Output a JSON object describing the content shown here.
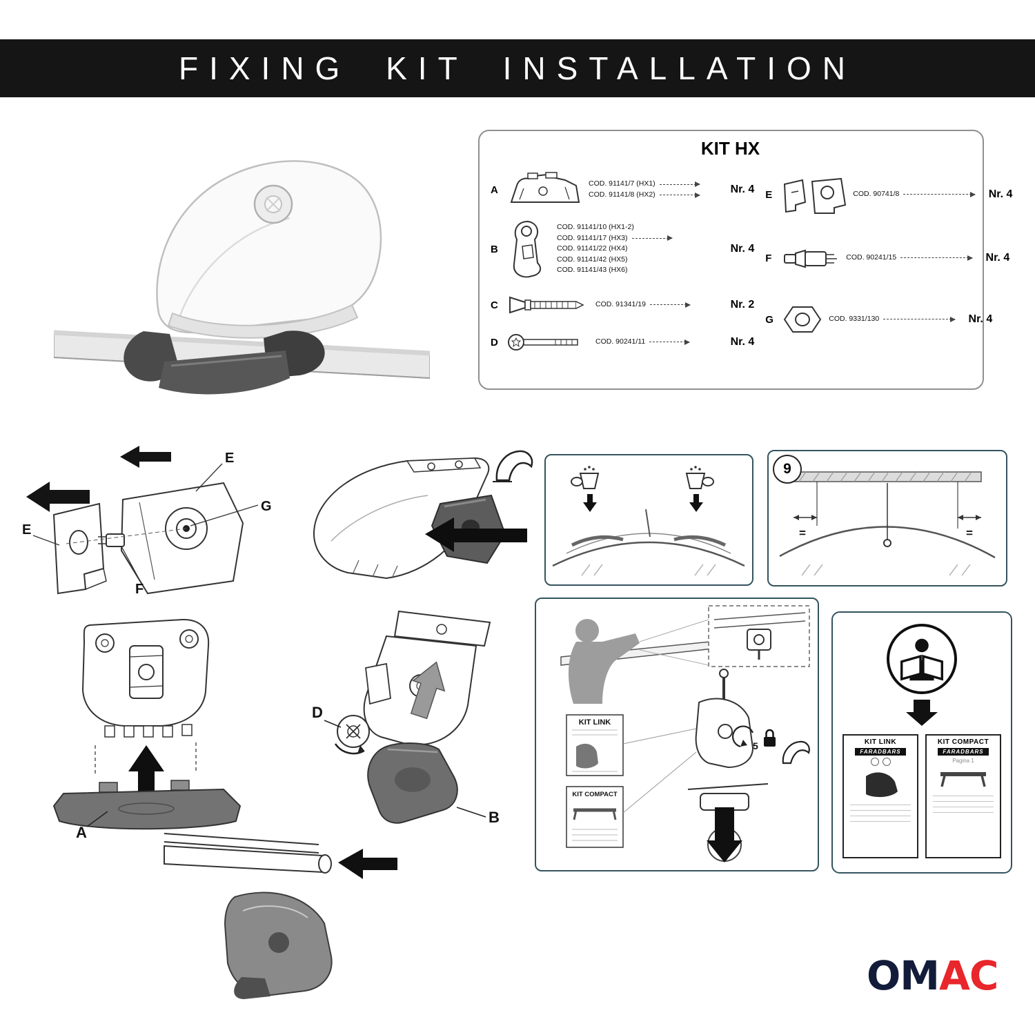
{
  "header": {
    "title": "FIXING KIT INSTALLATION"
  },
  "kit_box": {
    "title": "KIT HX",
    "left_rows": [
      {
        "label": "A",
        "codes": [
          "COD. 91141/7  (HX1)",
          "COD. 91141/8  (HX2)"
        ],
        "qty": "Nr. 4"
      },
      {
        "label": "B",
        "codes": [
          "COD. 91141/10 (HX1-2)",
          "COD. 91141/17 (HX3)",
          "COD. 91141/22 (HX4)",
          "COD. 91141/42 (HX5)",
          "COD. 91141/43 (HX6)"
        ],
        "qty": "Nr. 4"
      },
      {
        "label": "C",
        "codes": [
          "COD. 91341/19"
        ],
        "qty": "Nr. 2"
      },
      {
        "label": "D",
        "codes": [
          "COD. 90241/11"
        ],
        "qty": "Nr. 4"
      }
    ],
    "right_rows": [
      {
        "label": "E",
        "codes": [
          "COD. 90741/8"
        ],
        "qty": "Nr. 4"
      },
      {
        "label": "F",
        "codes": [
          "COD. 90241/15"
        ],
        "qty": "Nr. 4"
      },
      {
        "label": "G",
        "codes": [
          "COD. 9331/130"
        ],
        "qty": "Nr. 4"
      }
    ]
  },
  "exploded": {
    "label_e_top": "E",
    "label_g": "G",
    "label_e_left": "E",
    "label_f": "F"
  },
  "steps": {
    "step9": "9",
    "equal_sign": "="
  },
  "bottom_diagrams": {
    "label_a": "A",
    "label_d": "D",
    "label_b": "B"
  },
  "install_box": {
    "kit_link": "KIT LINK",
    "kit_compact": "KIT COMPACT",
    "torque": "5"
  },
  "manual_box": {
    "cards": [
      {
        "title": "KIT LINK",
        "brand": "FARADBARS",
        "page": ""
      },
      {
        "title": "KIT COMPACT",
        "brand": "FARADBARS",
        "page": "Pagina 1"
      }
    ]
  },
  "logo": {
    "part1": "OM",
    "part2": "AC"
  }
}
